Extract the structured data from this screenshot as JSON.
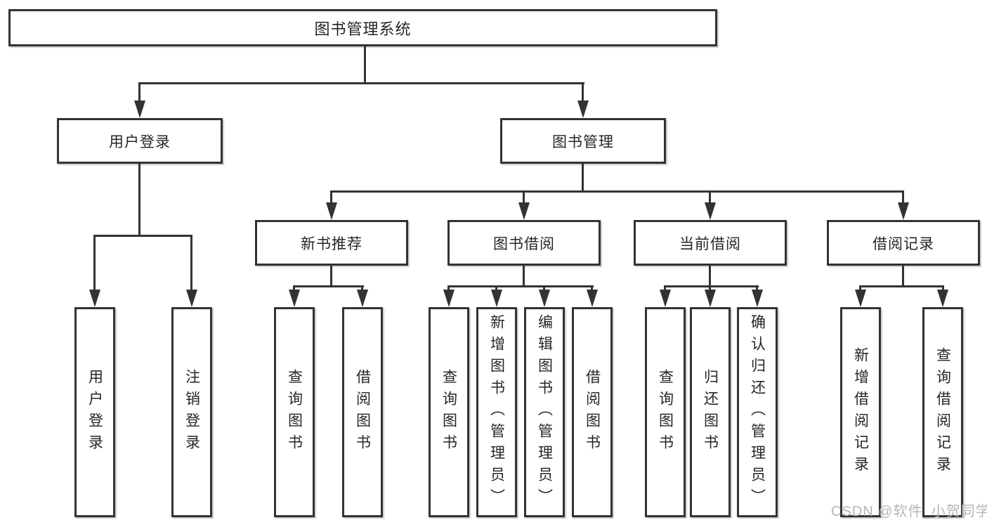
{
  "diagram_type": "tree-diagram",
  "title": {
    "label": "图书管理系统"
  },
  "level1": [
    {
      "label": "用户登录",
      "parent": "图书管理系统"
    },
    {
      "label": "图书管理",
      "parent": "图书管理系统"
    }
  ],
  "level2": [
    {
      "label": "新书推荐",
      "parent": "图书管理"
    },
    {
      "label": "图书借阅",
      "parent": "图书管理"
    },
    {
      "label": "当前借阅",
      "parent": "图书管理"
    },
    {
      "label": "借阅记录",
      "parent": "图书管理"
    }
  ],
  "leaves": [
    {
      "label": "用户登录",
      "parent": "用户登录"
    },
    {
      "label": "注销登录",
      "parent": "用户登录"
    },
    {
      "label": "查询图书",
      "parent": "新书推荐"
    },
    {
      "label": "借阅图书",
      "parent": "新书推荐"
    },
    {
      "label": "查询图书",
      "parent": "图书借阅"
    },
    {
      "label": "新增图书（管理员）",
      "parent": "图书借阅"
    },
    {
      "label": "编辑图书（管理员）",
      "parent": "图书借阅"
    },
    {
      "label": "借阅图书",
      "parent": "图书借阅"
    },
    {
      "label": "查询图书",
      "parent": "当前借阅"
    },
    {
      "label": "归还图书",
      "parent": "当前借阅"
    },
    {
      "label": "确认归还（管理员）",
      "parent": "当前借阅"
    },
    {
      "label": "新增借阅记录",
      "parent": "借阅记录"
    },
    {
      "label": "查询借阅记录",
      "parent": "借阅记录"
    }
  ],
  "watermark": {
    "label": "CSDN @软件_小贺同学"
  },
  "colors": {
    "line": "#333333",
    "text": "#262626",
    "background": "#ffffff",
    "watermark": "#b5b5b5"
  }
}
